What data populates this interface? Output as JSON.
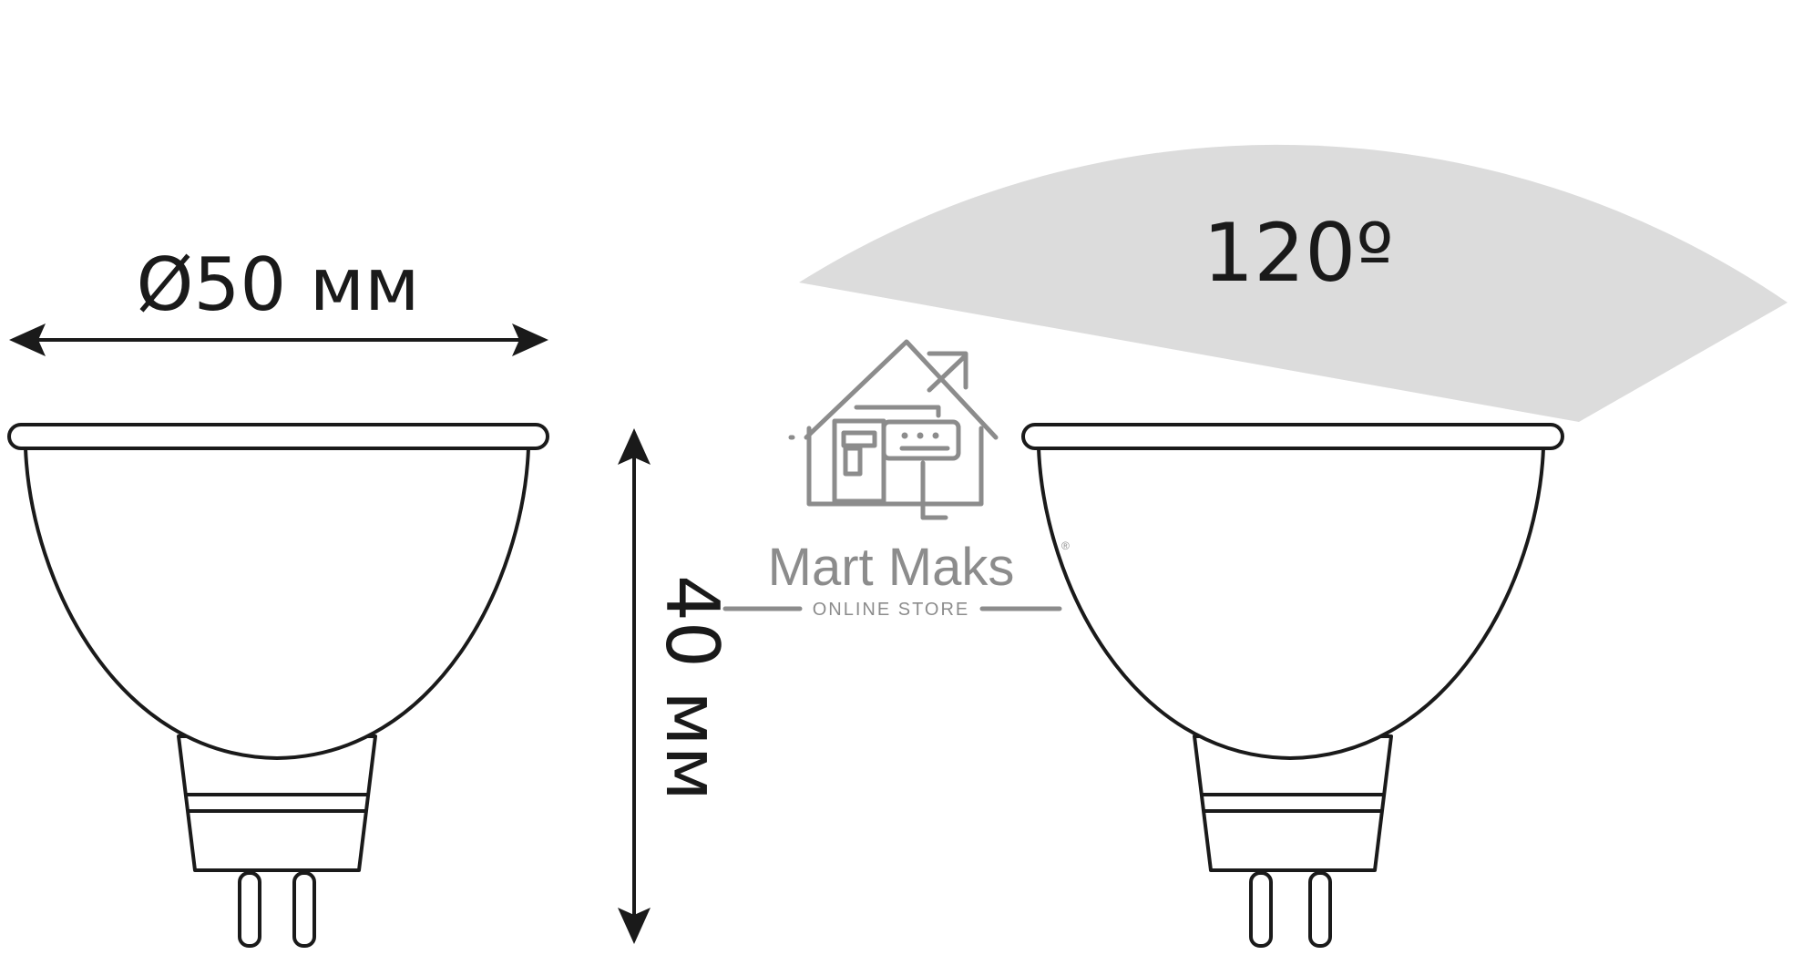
{
  "diameter_label": "Ø50 мм",
  "height_label": "40 мм",
  "beam_angle_label": "120º",
  "watermark": {
    "brand": "Mart Maks",
    "registered_mark": "®",
    "tagline": "ONLINE STORE"
  },
  "colors": {
    "outline": "#1a1a1a",
    "beam": "#dcdcdc",
    "watermark": "#8c8c8c",
    "background": "#ffffff"
  }
}
